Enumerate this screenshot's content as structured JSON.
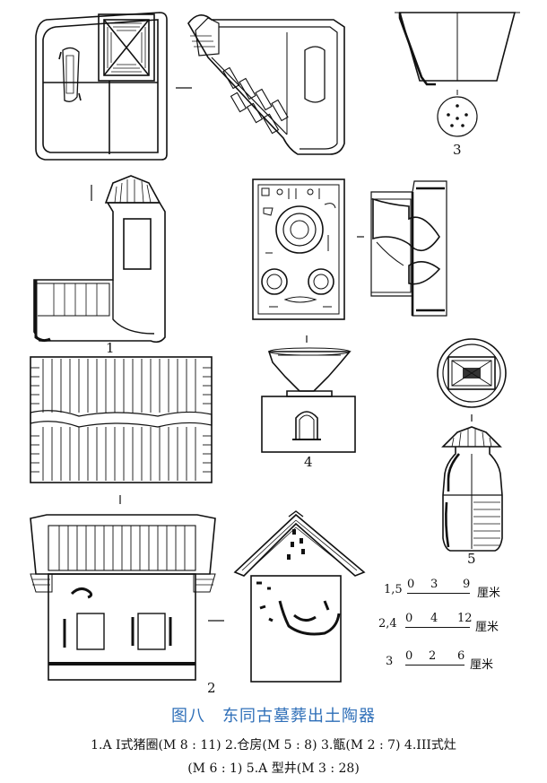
{
  "labels": {
    "n1": "1",
    "n2": "2",
    "n3": "3",
    "n4": "4",
    "n5": "5"
  },
  "scales": [
    {
      "id": "1,5",
      "ticks": [
        "0",
        "3",
        "9"
      ],
      "unit": "厘米"
    },
    {
      "id": "2,4",
      "ticks": [
        "0",
        "4",
        "12"
      ],
      "unit": "厘米"
    },
    {
      "id": "3",
      "ticks": [
        "0",
        "2",
        "6"
      ],
      "unit": "厘米"
    }
  ],
  "caption": {
    "title": "图八　东同古墓葬出土陶器",
    "line1": "1.A Ⅰ式猪圈(M 8 : 11)  2.仓房(M 5 : 8)  3.甑(M 2 : 7)  4.III式灶",
    "line2": "(M 6 : 1)  5.A 型井(M 3 : 28)"
  },
  "colors": {
    "caption_title": "#2f6fb8",
    "ink": "#111111"
  }
}
